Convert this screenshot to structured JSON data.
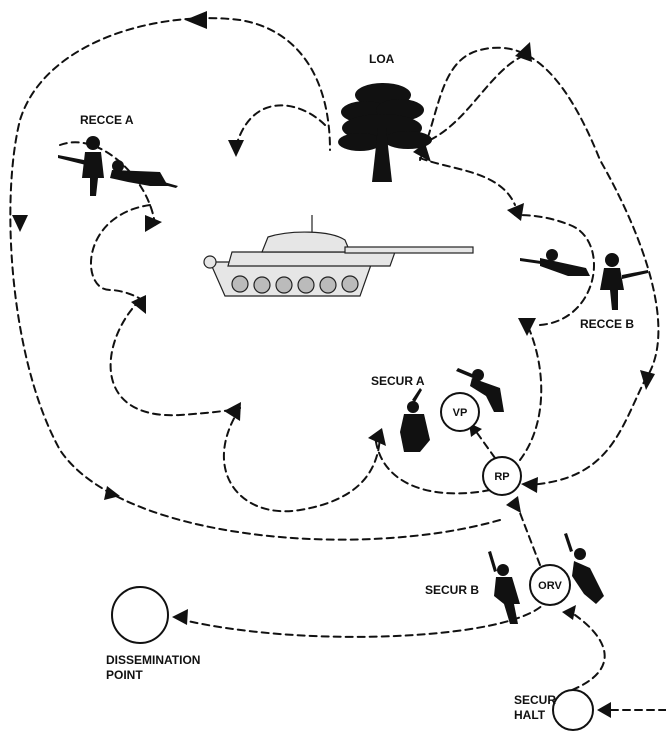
{
  "labels": {
    "loa": "LOA",
    "recce_a": "RECCE A",
    "recce_b": "RECCE B",
    "secur_a": "SECUR A",
    "secur_b": "SECUR B",
    "dissemination_line1": "DISSEMINATION",
    "dissemination_line2": "POINT",
    "secur_halt_line1": "SECUR",
    "secur_halt_line2": "HALT"
  },
  "nodes": {
    "vp": "VP",
    "rp": "RP",
    "orv": "ORV"
  },
  "icons": {
    "objective": "tank-icon",
    "landmark": "tree-icon",
    "personnel": "soldier-silhouette-icon"
  },
  "colors": {
    "ink": "#111111",
    "tank_fill": "#e6e6e6",
    "background": "#ffffff"
  }
}
